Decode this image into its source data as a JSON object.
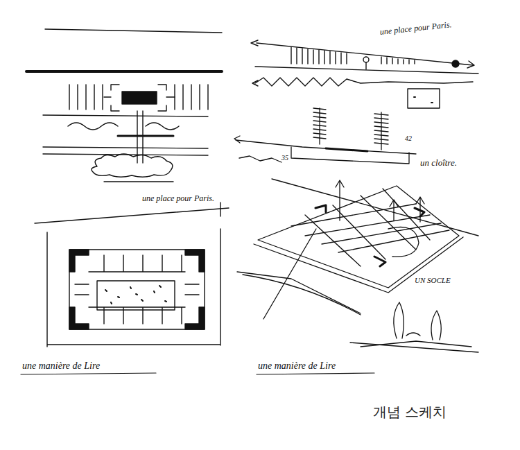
{
  "diagram": {
    "caption": "개념 스케치",
    "labels": [
      "une place pour Paris.",
      "35",
      "42",
      "un cloître.",
      "une place pour Paris.",
      "UN SOCLE",
      "une manière de Lire",
      "une manière de Lire"
    ]
  }
}
